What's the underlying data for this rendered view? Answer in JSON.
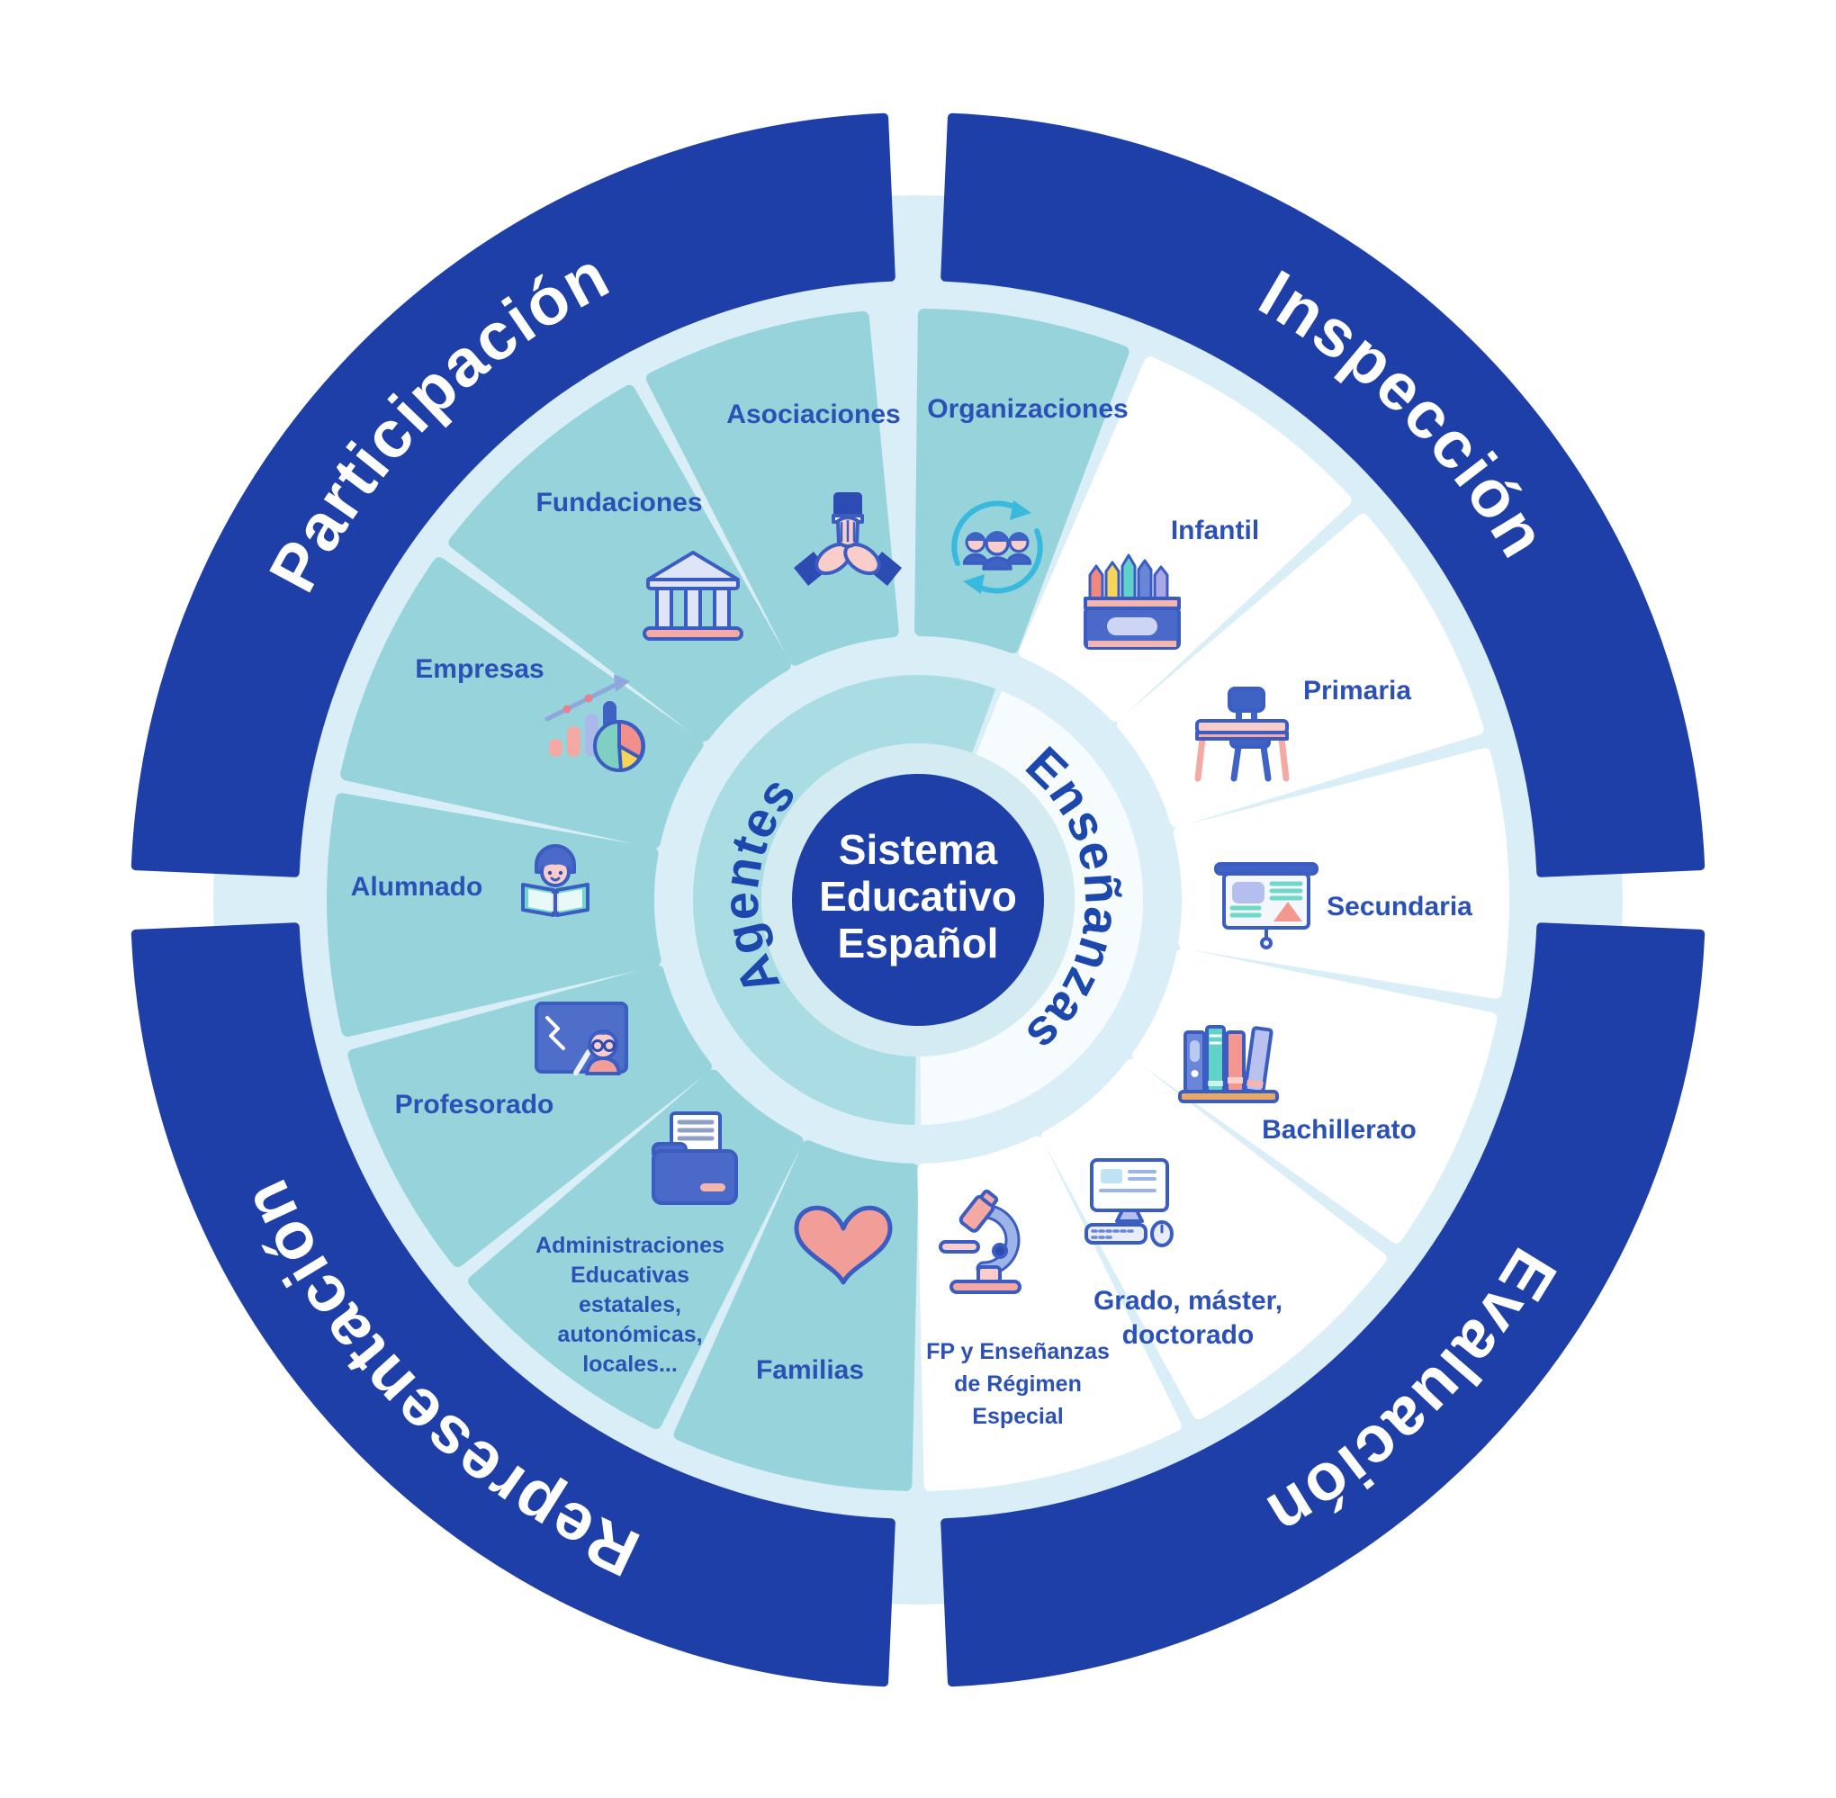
{
  "center": {
    "lines": [
      "Sistema",
      "Educativo",
      "Español"
    ]
  },
  "outer_ring": {
    "participacion": "Participación",
    "inspeccion": "Inspección",
    "representacion": "Representación",
    "evaluacion": "Evaluación"
  },
  "hub": {
    "left": "Agentes",
    "right": "Enseñanzas"
  },
  "agentes": {
    "items": [
      {
        "id": "familias",
        "icon": "heart-icon",
        "lines": [
          "Familias"
        ]
      },
      {
        "id": "administraciones",
        "icon": "folder-icon",
        "lines": [
          "Administraciones",
          "Educativas",
          "estatales,",
          "autonómicas,",
          "locales..."
        ]
      },
      {
        "id": "profesorado",
        "icon": "teacher-icon",
        "lines": [
          "Profesorado"
        ]
      },
      {
        "id": "alumnado",
        "icon": "student-icon",
        "lines": [
          "Alumnado"
        ]
      },
      {
        "id": "empresas",
        "icon": "growth-chart-icon",
        "lines": [
          "Empresas"
        ]
      },
      {
        "id": "fundaciones",
        "icon": "bank-icon",
        "lines": [
          "Fundaciones"
        ]
      },
      {
        "id": "asociaciones",
        "icon": "hands-together-icon",
        "lines": [
          "Asociaciones"
        ]
      },
      {
        "id": "organizaciones",
        "icon": "people-cycle-icon",
        "lines": [
          "Organizaciones"
        ]
      }
    ]
  },
  "ensenanzas": {
    "items": [
      {
        "id": "infantil",
        "icon": "crayons-icon",
        "lines": [
          "Infantil"
        ]
      },
      {
        "id": "primaria",
        "icon": "school-desk-icon",
        "lines": [
          "Primaria"
        ]
      },
      {
        "id": "secundaria",
        "icon": "presentation-screen-icon",
        "lines": [
          "Secundaria"
        ]
      },
      {
        "id": "bachillerato",
        "icon": "books-icon",
        "lines": [
          "Bachillerato"
        ]
      },
      {
        "id": "grado",
        "icon": "computer-icon",
        "lines": [
          "Grado, máster,",
          "doctorado"
        ]
      },
      {
        "id": "fp",
        "icon": "microscope-icon",
        "lines": [
          "FP y Enseñanzas",
          "de Régimen",
          "Especial"
        ]
      }
    ]
  },
  "colors": {
    "ring_blue": "#1e3ea8",
    "wedge_teal": "#97d3da",
    "hub_teal": "#a9dce3",
    "pale_blue": "#d9eef7",
    "label_blue": "#2b51b6",
    "white": "#ffffff"
  }
}
